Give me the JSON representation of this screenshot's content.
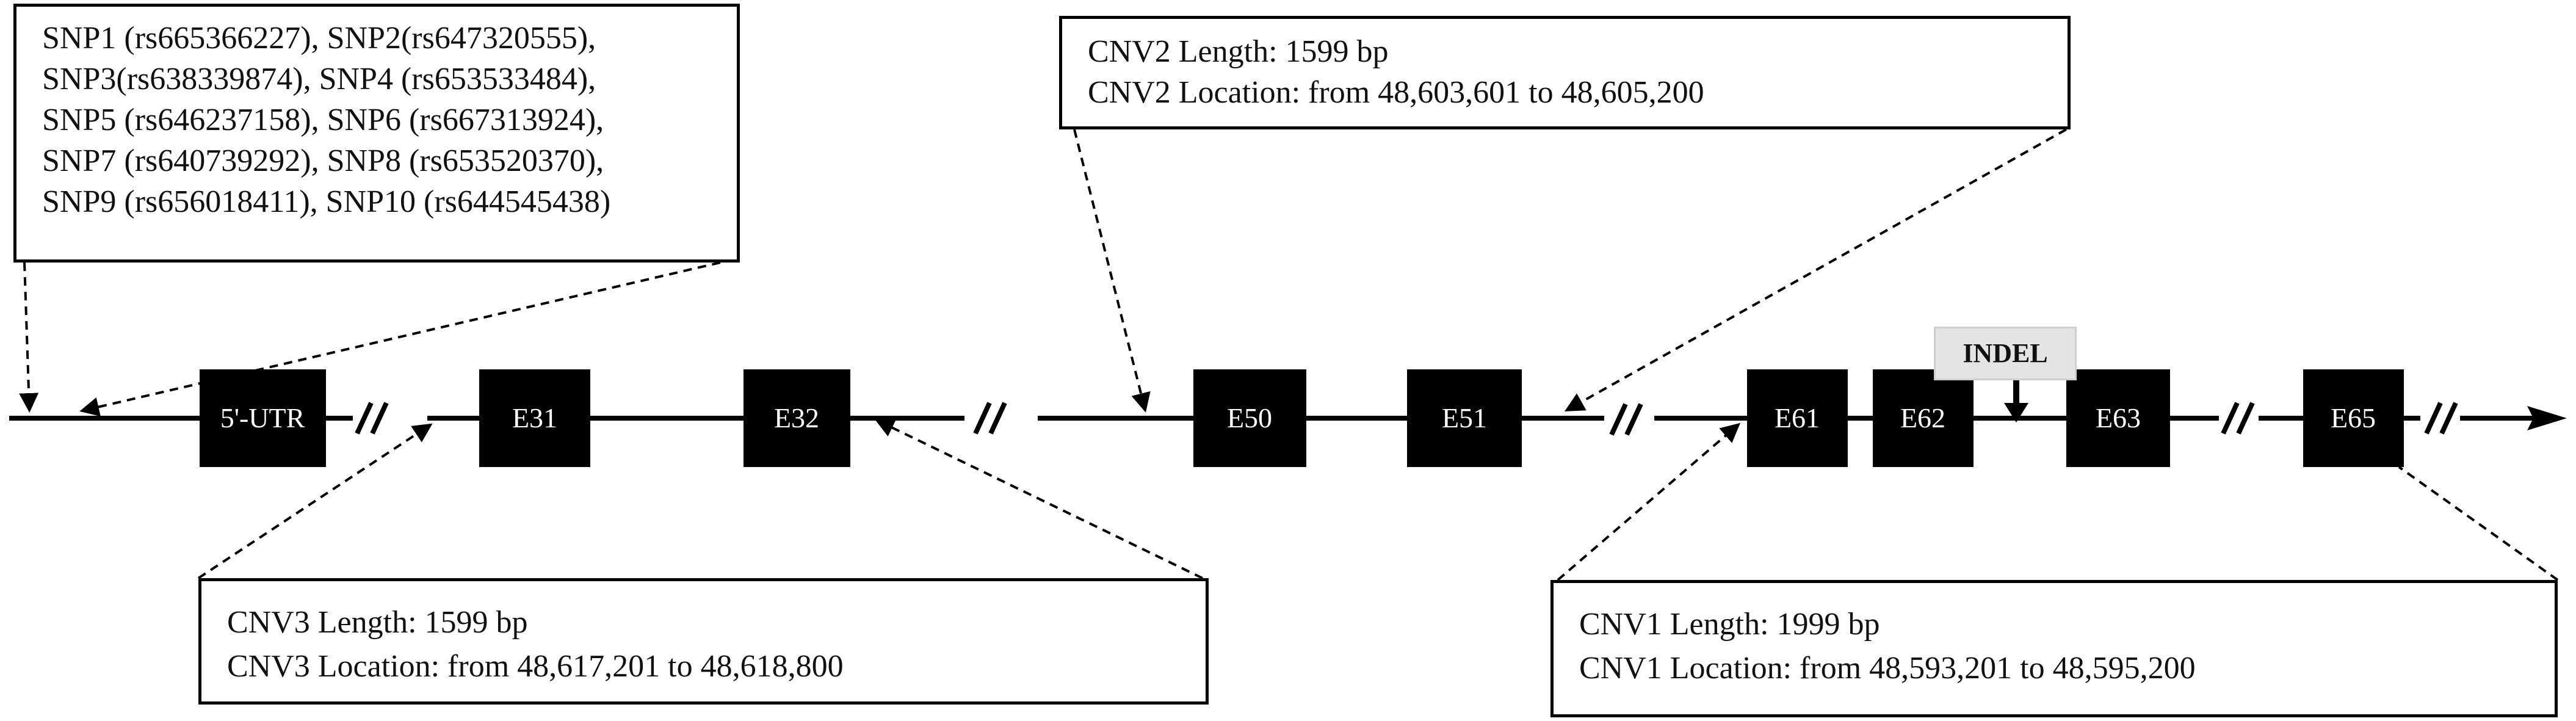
{
  "snp_box": {
    "lines": [
      "SNP1 (rs665366227), SNP2(rs647320555),",
      "SNP3(rs638339874), SNP4 (rs653533484),",
      "SNP5 (rs646237158), SNP6 (rs667313924),",
      "SNP7 (rs640739292), SNP8 (rs653520370),",
      "SNP9 (rs656018411), SNP10 (rs644545438)"
    ]
  },
  "cnv2_box": {
    "length": "CNV2 Length: 1599 bp",
    "location": "CNV2 Location: from 48,603,601 to 48,605,200"
  },
  "cnv3_box": {
    "length": "CNV3 Length: 1599 bp",
    "location": "CNV3 Location: from 48,617,201 to 48,618,800"
  },
  "cnv1_box": {
    "length": "CNV1 Length: 1999 bp",
    "location": "CNV1 Location: from 48,593,201 to 48,595,200"
  },
  "indel": {
    "label": "INDEL"
  },
  "exons": [
    "5'-UTR",
    "E31",
    "E32",
    "E50",
    "E51",
    "E61",
    "E62",
    "E63",
    "E65"
  ]
}
